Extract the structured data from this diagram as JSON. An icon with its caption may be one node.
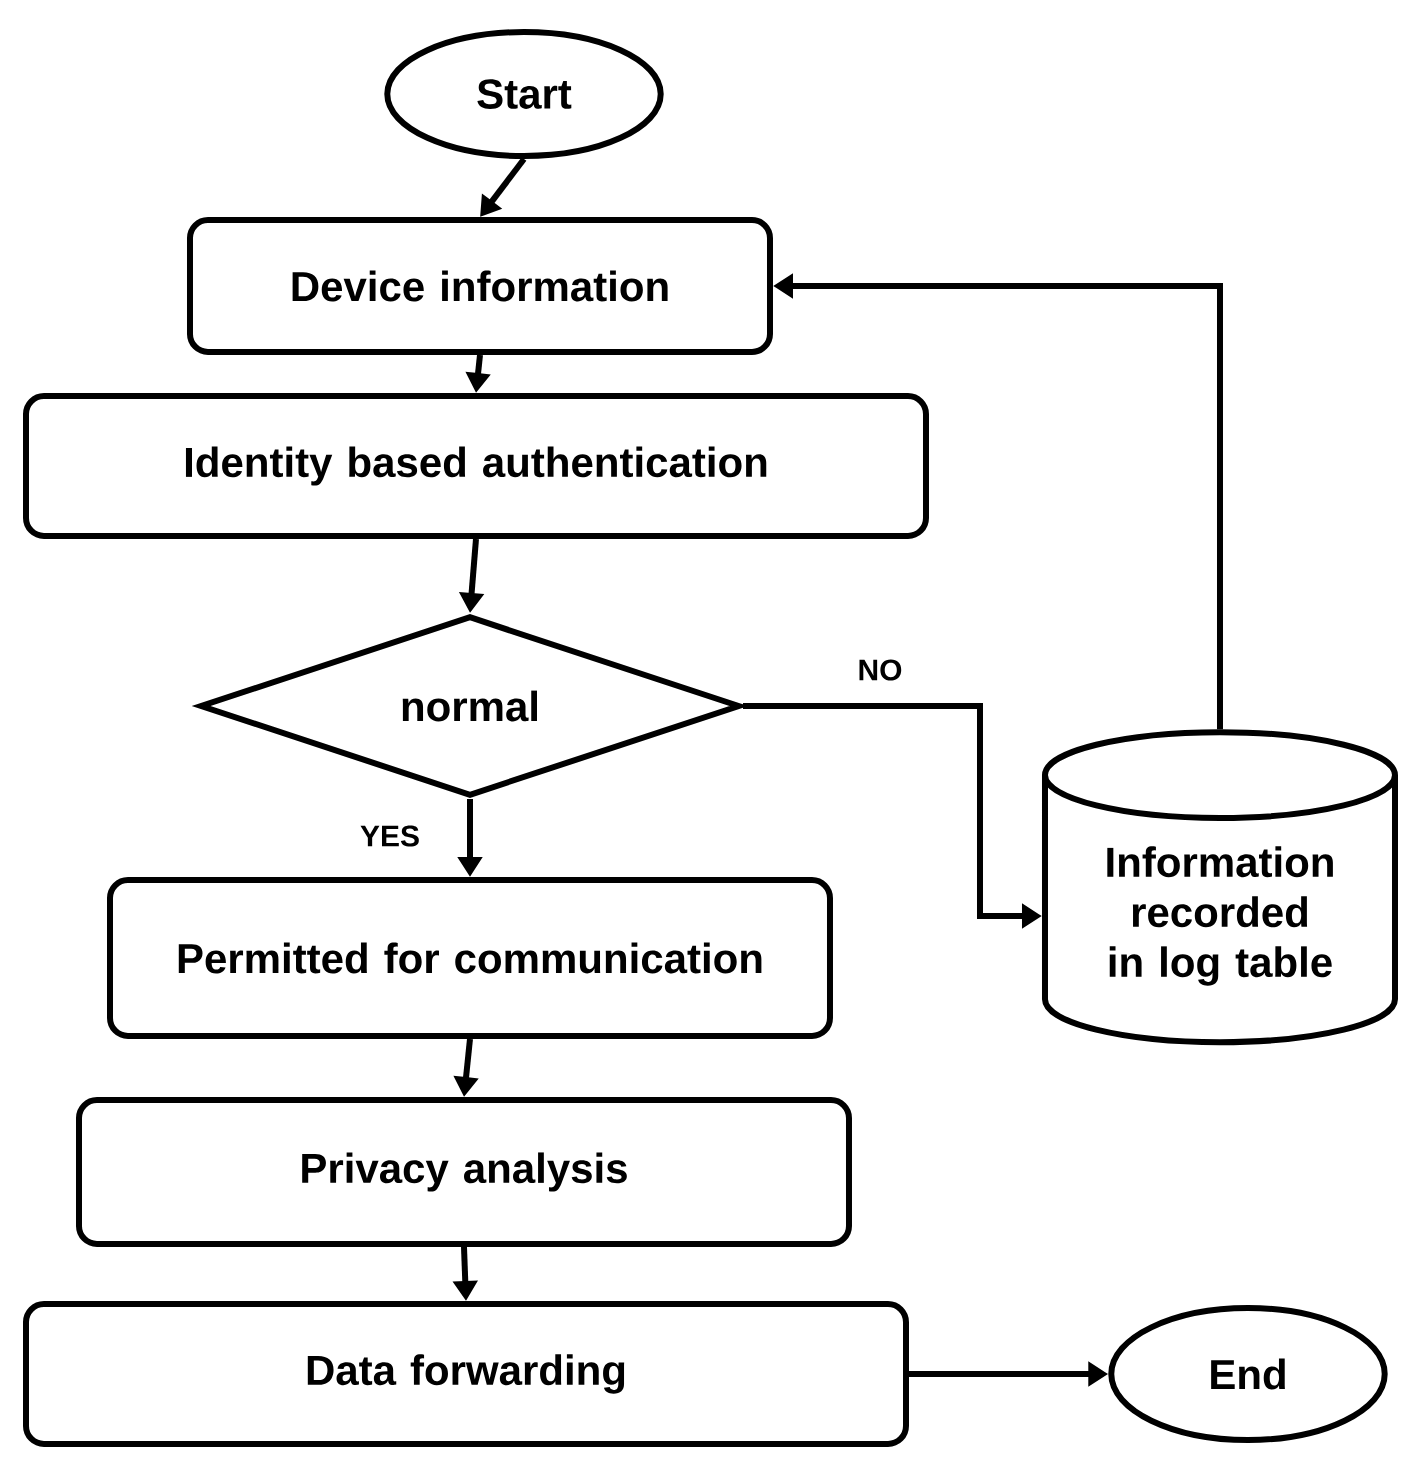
{
  "diagram": {
    "nodes": [
      {
        "text": [
          "Start"
        ]
      },
      {
        "text": [
          "Device information"
        ]
      },
      {
        "text": [
          "Identity based authentication"
        ]
      },
      {
        "text": [
          "normal"
        ]
      },
      {
        "text": [
          "Permitted for communication"
        ]
      },
      {
        "text": [
          "Privacy analysis"
        ]
      },
      {
        "text": [
          "Data forwarding"
        ]
      },
      {
        "text": [
          "End"
        ]
      },
      {
        "text": [
          "Information recorded in log table"
        ]
      }
    ],
    "edges": [
      {
        "from": 0,
        "to": 1,
        "arrow": "to"
      },
      {
        "from": 1,
        "to": 2,
        "arrow": "to"
      },
      {
        "from": 2,
        "to": 3,
        "arrow": "to"
      },
      {
        "from": 3,
        "to": 4,
        "arrow": "to",
        "label": "YES"
      },
      {
        "from": 3,
        "to": 8,
        "arrow": "to",
        "label": "NO"
      },
      {
        "from": 8,
        "to": 1,
        "arrow": "to"
      },
      {
        "from": 4,
        "to": 5,
        "arrow": "to"
      },
      {
        "from": 5,
        "to": 6,
        "arrow": "to"
      },
      {
        "from": 6,
        "to": 7,
        "arrow": "to"
      }
    ]
  }
}
